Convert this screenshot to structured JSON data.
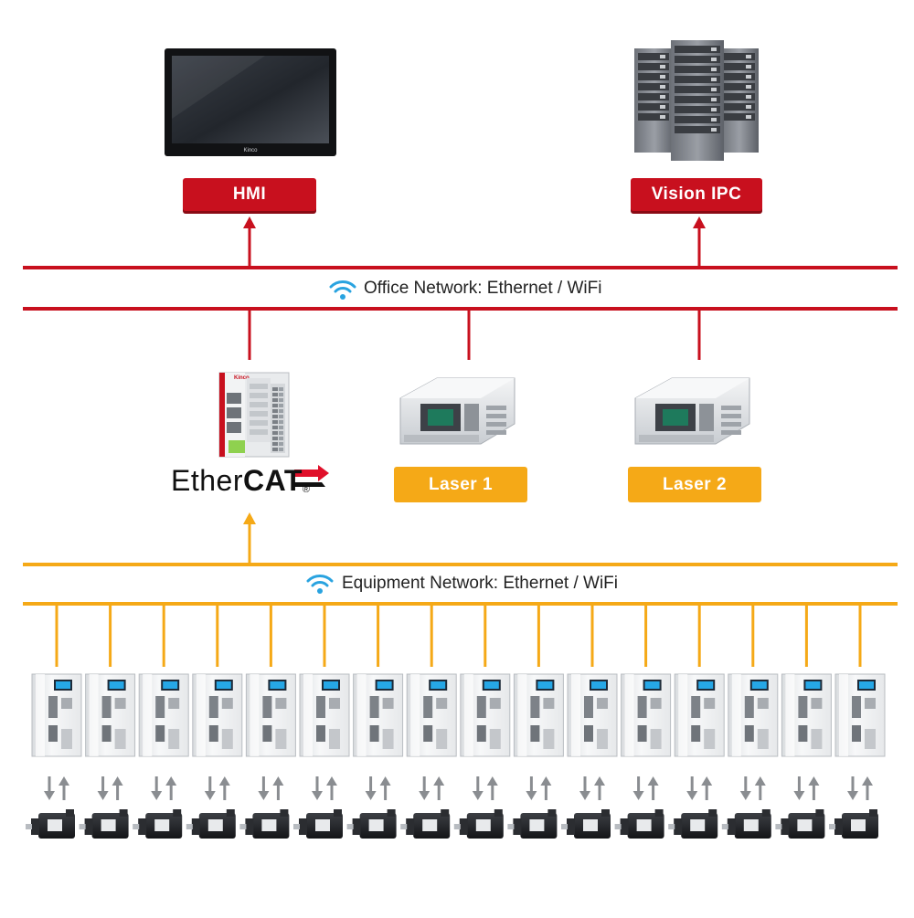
{
  "devices": {
    "hmi": {
      "label": "HMI",
      "brand": "Kinco"
    },
    "vision_ipc": {
      "label": "Vision IPC"
    },
    "laser_1": {
      "label": "Laser 1"
    },
    "laser_2": {
      "label": "Laser 2"
    },
    "plc": {
      "brand": "Kinco",
      "bus_logo_prefix": "Ether",
      "bus_logo_bold": "CAT",
      "bus_logo_mark": "®"
    }
  },
  "networks": {
    "office": {
      "label": "Office Network: Ethernet / WiFi",
      "icon": "wifi-icon"
    },
    "equipment": {
      "label": "Equipment Network: Ethernet / WiFi",
      "icon": "wifi-icon"
    }
  },
  "servo": {
    "drive_count": 16,
    "motor_count": 16,
    "link_icon": "bidirectional-arrows-icon"
  },
  "colors": {
    "office_line": "#c8101e",
    "equipment_line": "#f5a917",
    "label_red": "#c8101e",
    "label_orange": "#f5a917"
  }
}
